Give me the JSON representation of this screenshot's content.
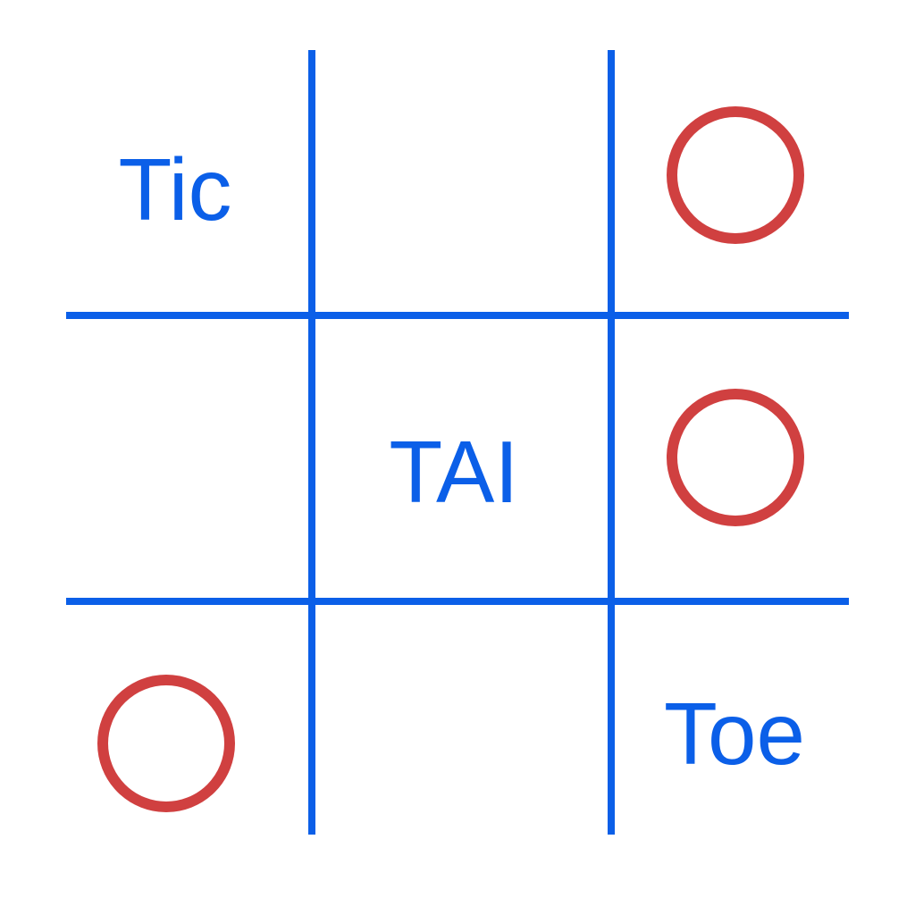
{
  "colors": {
    "background": "#ffffff",
    "grid": "#0b5fe8",
    "text": "#0b5fe8",
    "o_mark": "#d04040"
  },
  "board": {
    "cells": [
      {
        "row": 0,
        "col": 0,
        "type": "text",
        "text": "Tic"
      },
      {
        "row": 0,
        "col": 1,
        "type": "empty"
      },
      {
        "row": 0,
        "col": 2,
        "type": "o"
      },
      {
        "row": 1,
        "col": 0,
        "type": "empty"
      },
      {
        "row": 1,
        "col": 1,
        "type": "text",
        "text": "TAI"
      },
      {
        "row": 1,
        "col": 2,
        "type": "o"
      },
      {
        "row": 2,
        "col": 0,
        "type": "o"
      },
      {
        "row": 2,
        "col": 1,
        "type": "empty"
      },
      {
        "row": 2,
        "col": 2,
        "type": "text",
        "text": "Toe"
      }
    ]
  }
}
